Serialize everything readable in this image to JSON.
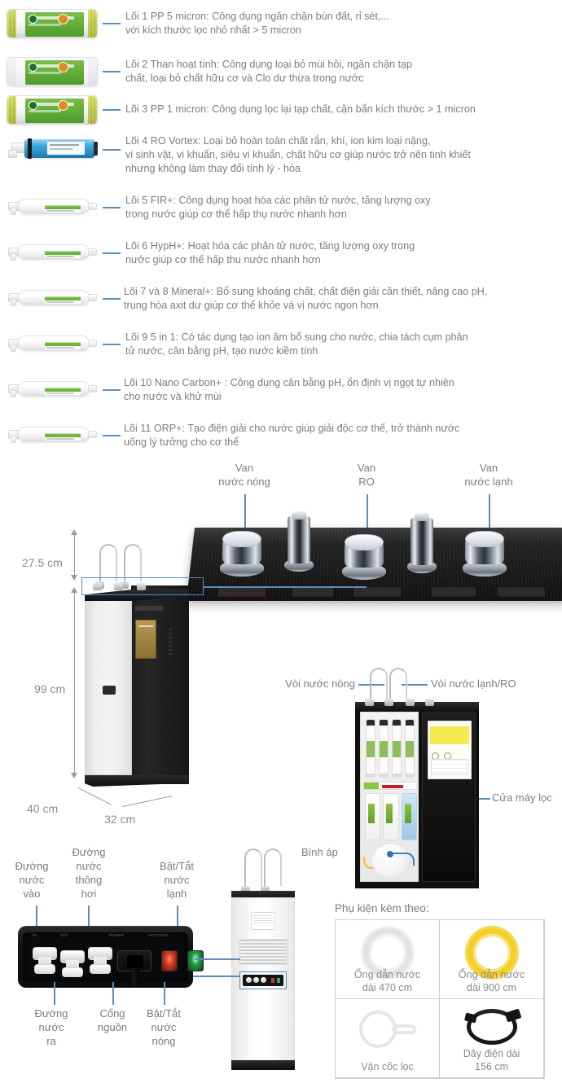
{
  "filters": [
    {
      "no": 1,
      "type": "cartridge-green",
      "text": "Lõi 1 PP 5 micron: Công dụng ngăn chặn bùn đất, rỉ sét,...\nvới kích thước lọc nhỏ nhất > 5 micron"
    },
    {
      "no": 2,
      "type": "cartridge-plain",
      "text": "Lõi 2 Than hoạt tính: Công dụng loại bỏ mùi hôi, ngăn chặn tạp\nchất, loại bỏ chất hữu cơ và Clo dư thừa trong nước"
    },
    {
      "no": 3,
      "type": "cartridge-green",
      "text": "Lõi 3 PP 1 micron: Công dụng lọc lại tạp chất, cặn bẩn kích thước > 1 micron"
    },
    {
      "no": 4,
      "type": "ro-membrane",
      "text": "Lõi 4 RO Vortex: Loại bỏ hoàn toàn chất rắn, khí, ion kim loại nặng,\nvi sinh vật, vi khuẩn, siêu vi khuẩn, chất hữu cơ giúp nước trở nên tinh khiết\nnhưng không làm thay đổi tính lý - hóa"
    },
    {
      "no": 5,
      "type": "inline",
      "text": "Lõi 5 FIR+: Công dụng hoạt hóa các phân tử nước, tăng lượng oxy\ntrong nước giúp cơ thể hấp thụ nước nhanh hơn"
    },
    {
      "no": 6,
      "type": "inline",
      "text": "Lõi 6 HypH+: Hoạt hóa các phân tử nước, tăng lượng oxy trong\nnước giúp cơ thể hấp thu nước nhanh hơn"
    },
    {
      "no": 7,
      "type": "inline",
      "text": " Lõi 7 và 8 Mineral+: Bổ sung khoáng chất, chất điện giải cần thiết, nâng cao pH,\ntrung hòa axit dư giúp cơ thể khỏe và vị nước ngon hơn"
    },
    {
      "no": 9,
      "type": "inline",
      "text": "Lõi 9  5 in 1: Có tác dụng tạo ion âm bổ sung cho nước, chia tách cụm phân\ntử nước, cân bằng pH, tạo nước kiềm tính"
    },
    {
      "no": 10,
      "type": "inline",
      "text": " Lõi 10 Nano Carbon+ : Công dụng cân bằng pH, ổn định vị ngọt tự nhiên\ncho nước và khử mùi"
    },
    {
      "no": 11,
      "type": "inline",
      "text": " Lõi 11 ORP+: Tạo điện giải cho nước giúp giải độc cơ thể, trở thành nước\nuống lý tưởng cho cơ thể"
    }
  ],
  "valves": {
    "hot": "Van\nnước nóng",
    "ro": "Van\nRO",
    "cold": "Van\nnước lạnh"
  },
  "dimensions": {
    "height_top": "27.5 cm",
    "height_body": "99 cm",
    "depth": "40 cm",
    "width": "32 cm"
  },
  "cabinet": {
    "hot_faucet": "Vòi nước nóng",
    "cold_faucet": "Vòi nước lạnh/RO",
    "door": "Cửa máy lọc",
    "tank": "Bình áp"
  },
  "backpanel": {
    "water_in": "Đường\nnước\nvào",
    "vent": "Đường\nnước\nthông\nhơi",
    "cold_switch": "Bật/Tắt\nnước\nlạnh",
    "water_out": "Đường\nnước\nra",
    "power_port": "Cổng\nnguồn",
    "hot_switch": "Bật/Tắt\nnước\nnóng"
  },
  "accessories": {
    "title": "Phụ kiện kèm theo:",
    "items": [
      {
        "name": "Ống dẫn nước\ndài 470 cm",
        "icon": "clear-tube-coil"
      },
      {
        "name": "Ống dẫn nước\ndài 900 cm",
        "icon": "yellow-tube-coil"
      },
      {
        "name": "Vận cốc lọc",
        "icon": "filter-wrench"
      },
      {
        "name": "Dây điện dài\n156 cm",
        "icon": "power-cord-coil"
      }
    ]
  },
  "colors": {
    "connector_line": "#5b8db8",
    "text": "#7c7c7c",
    "dim_text": "#8a8a8a",
    "green_band": "#6fb63c",
    "accent_yellow": "#f5cf29"
  }
}
